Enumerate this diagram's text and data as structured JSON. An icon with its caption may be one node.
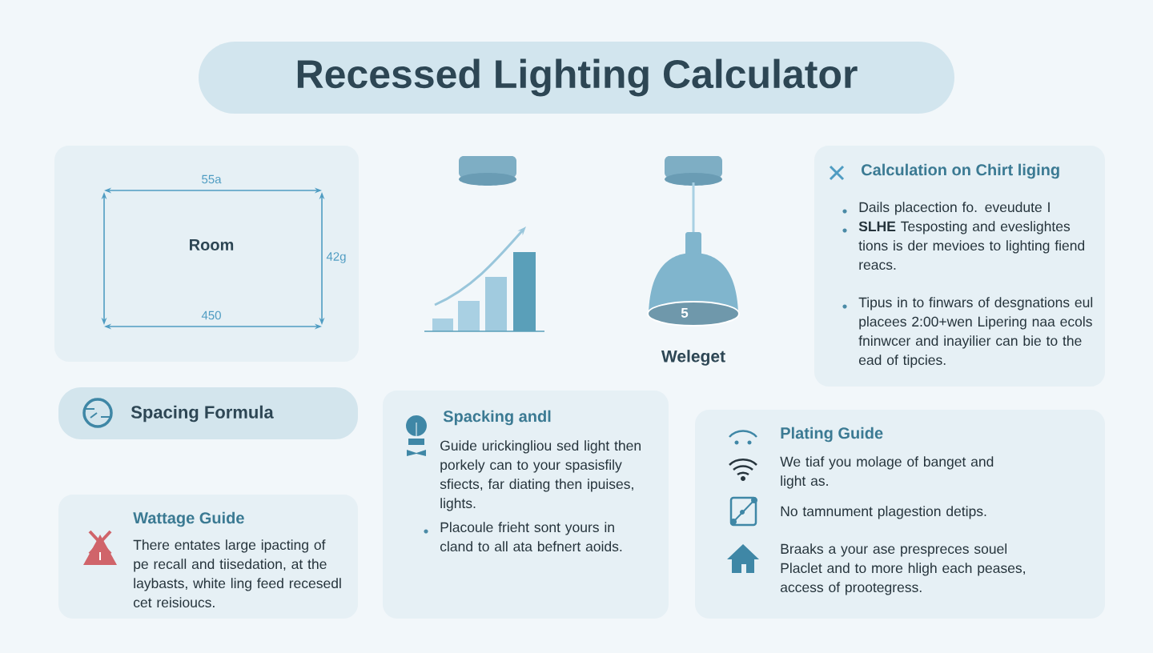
{
  "diagram": {
    "title": "Recessed Lighting Calculator",
    "nodes": [
      {
        "text": [
          "Room"
        ]
      },
      {
        "text": [
          "Calculation on Chirt liging",
          "Dails placection fo. eveudute I",
          "**SLHE** Tesposting and eveslightes tions is der mevioes to lighting fiend reacs.",
          "Tipus in to finwars of desgnations eul placees 2:00+wen Lipering naa ecols fninwcer and inayilier can bie to the ead of tipcies."
        ]
      },
      {
        "text": [
          "Spacing Formula"
        ]
      },
      {
        "text": [
          "Spacking andl",
          "Guide urickingliou sed light then porkely can to your spasisfily sfiects, far diating then ipuises, lights.",
          "Placoule frieht sont yours in cland to all ata befnert aoids."
        ]
      },
      {
        "text": [
          "Plating Guide",
          "We tiaf you molage of banget and light as.",
          "No tamnument plagestion detips.",
          "Braaks a your ase prespreces souel Placlet and to more hligh each peases, access of prootegress."
        ]
      },
      {
        "text": [
          "Wattage Guide",
          "There entates large ipacting of pe recall and tiisedation, at the laybasts, white ling feed recesedl cet reisioucs."
        ]
      }
    ],
    "labels": [
      "55a",
      "42g",
      "450",
      "5",
      "Weleget"
    ]
  }
}
